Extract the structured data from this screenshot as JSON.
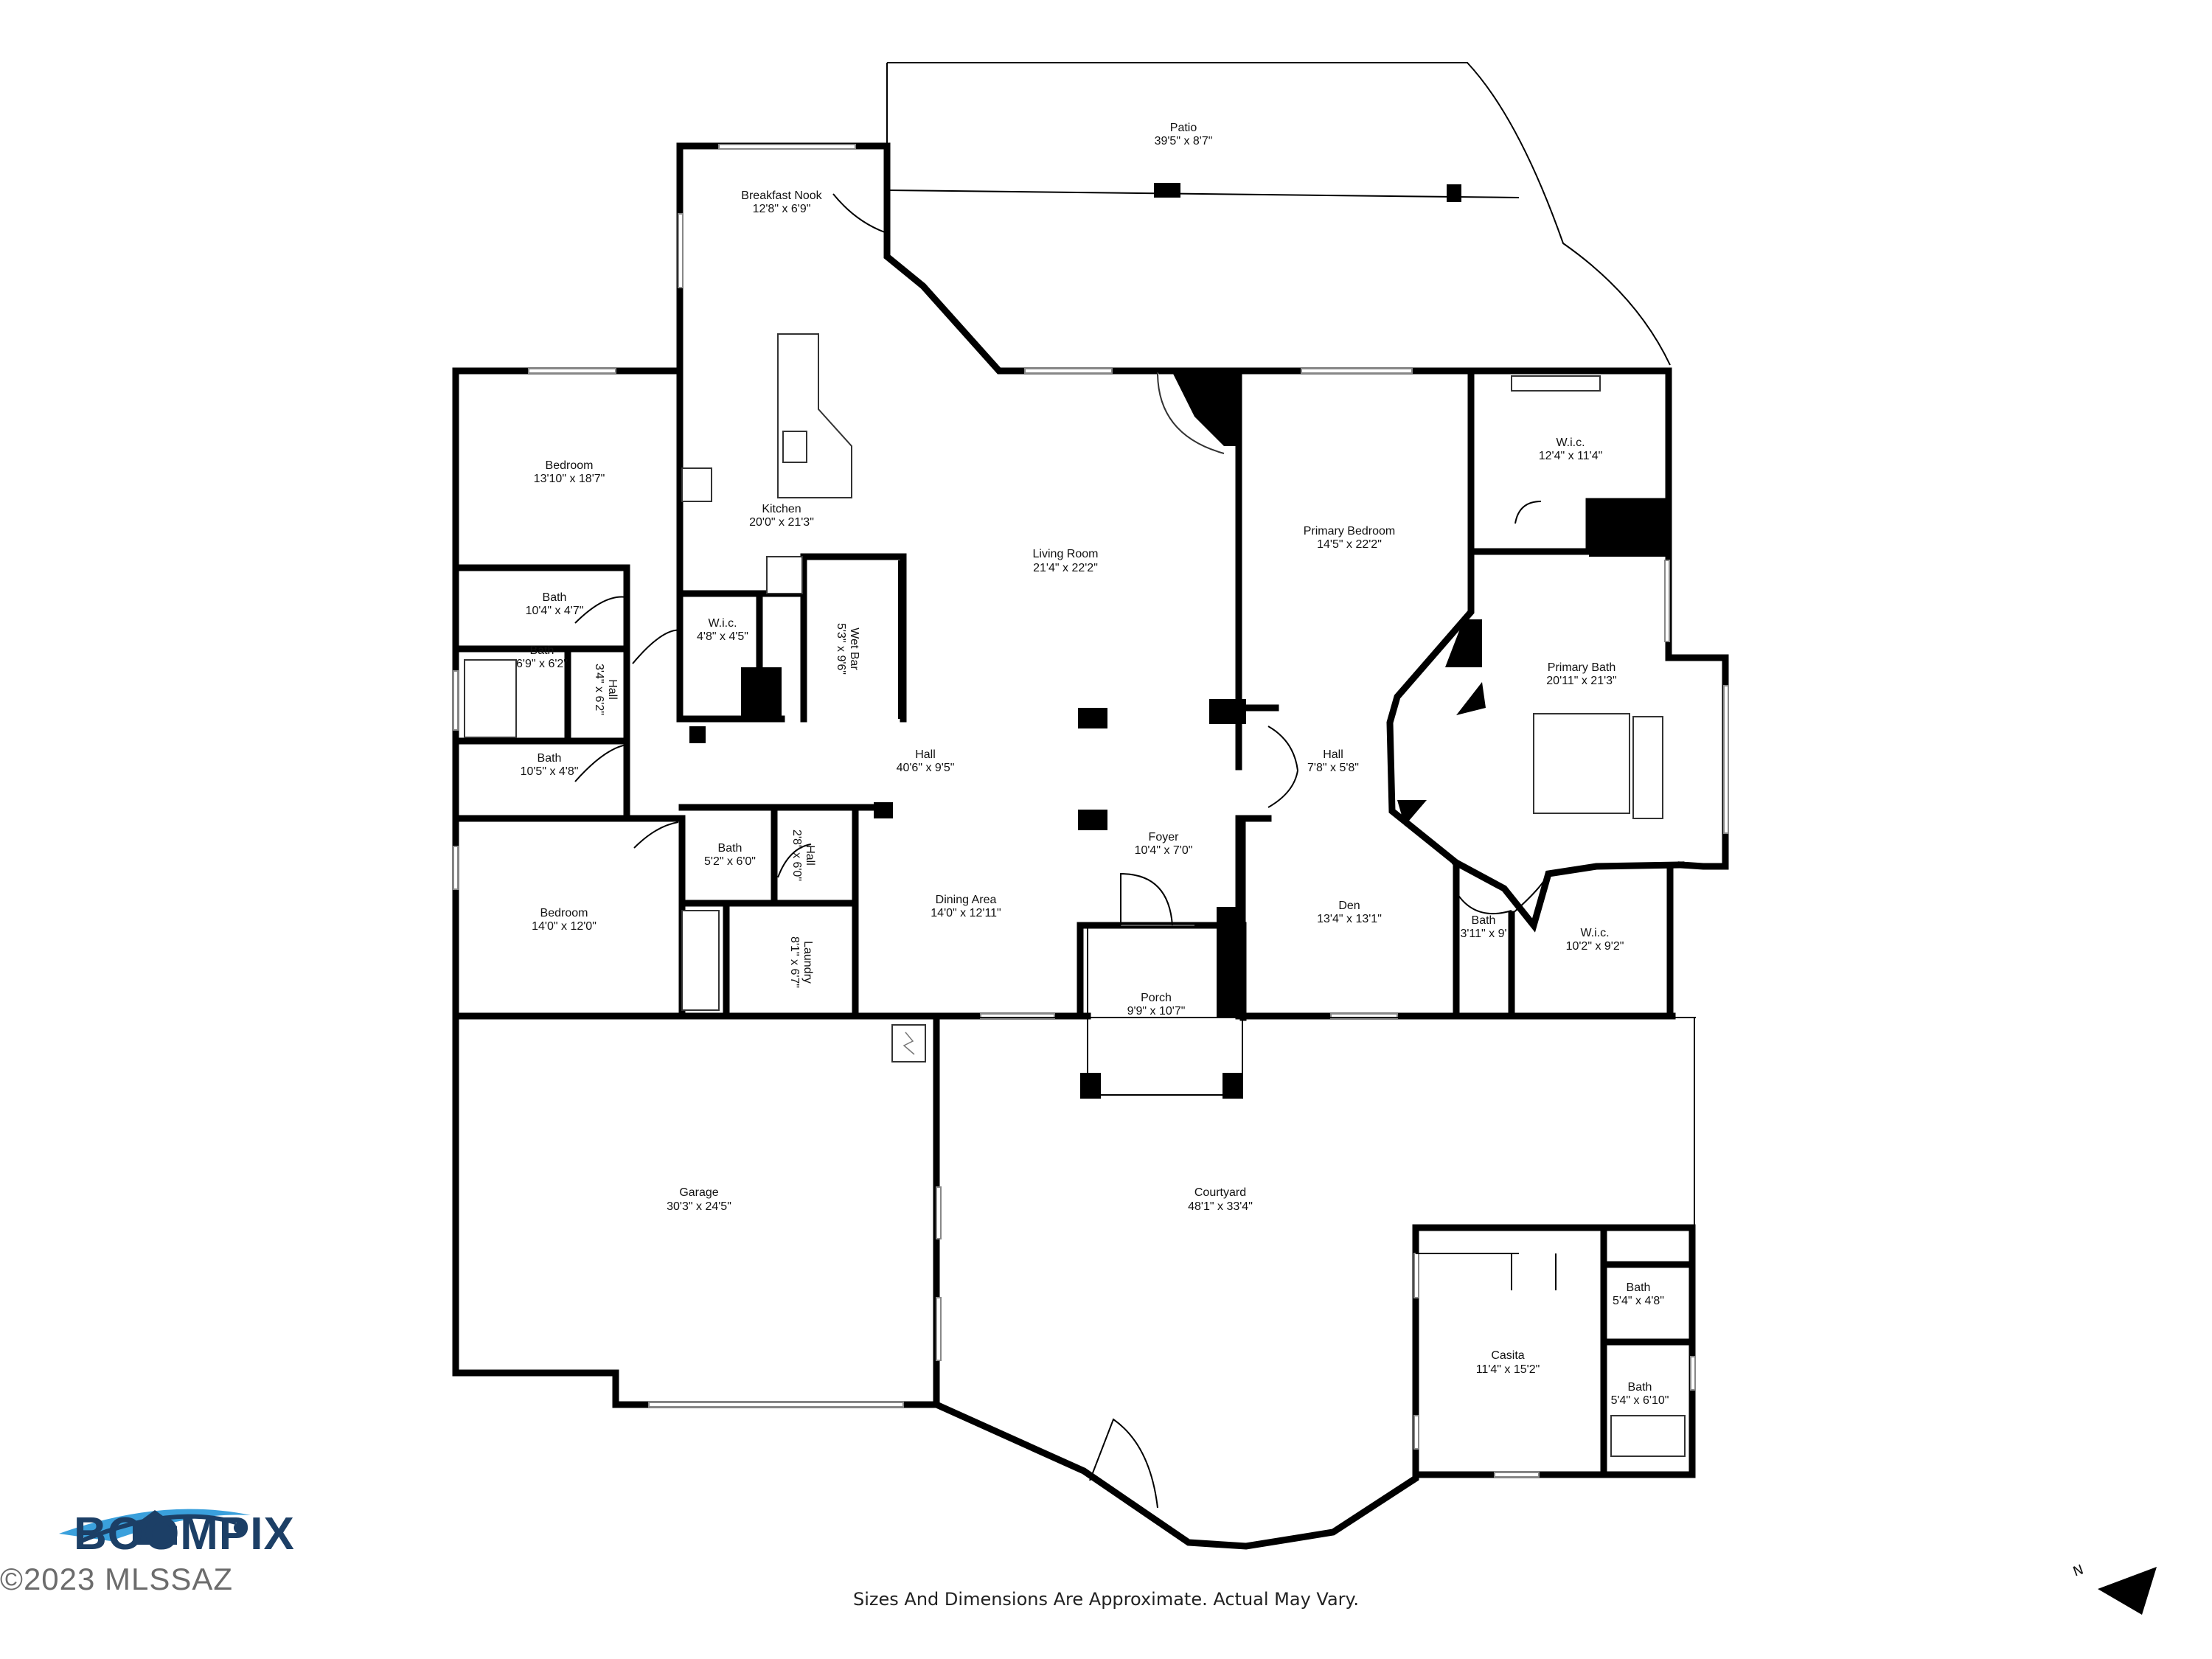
{
  "rooms": [
    {
      "id": "patio",
      "name": "Patio",
      "dim": "39'5\" x 8'7\""
    },
    {
      "id": "breakfast-nook",
      "name": "Breakfast Nook",
      "dim": "12'8\" x 6'9\""
    },
    {
      "id": "bedroom-1",
      "name": "Bedroom",
      "dim": "13'10\" x 18'7\""
    },
    {
      "id": "kitchen",
      "name": "Kitchen",
      "dim": "20'0\" x 21'3\""
    },
    {
      "id": "living-room",
      "name": "Living Room",
      "dim": "21'4\" x 22'2\""
    },
    {
      "id": "primary-bedroom",
      "name": "Primary Bedroom",
      "dim": "14'5\" x 22'2\""
    },
    {
      "id": "wic-primary",
      "name": "W.i.c.",
      "dim": "12'4\" x 11'4\""
    },
    {
      "id": "bath-1",
      "name": "Bath",
      "dim": "10'4\" x 4'7\""
    },
    {
      "id": "wic-small",
      "name": "W.i.c.",
      "dim": "4'8\" x 4'5\""
    },
    {
      "id": "wet-bar",
      "name": "Wet Bar",
      "dim": "5'3\" x 9'6\""
    },
    {
      "id": "bath-2",
      "name": "Bath",
      "dim": "6'9\" x 6'2\""
    },
    {
      "id": "hall-west",
      "name": "Hall",
      "dim": "3'4\" x 6'2\""
    },
    {
      "id": "primary-bath",
      "name": "Primary Bath",
      "dim": "20'11\" x 21'3\""
    },
    {
      "id": "hall-main",
      "name": "Hall",
      "dim": "40'6\" x 9'5\""
    },
    {
      "id": "hall-east",
      "name": "Hall",
      "dim": "7'8\" x 5'8\""
    },
    {
      "id": "bath-3",
      "name": "Bath",
      "dim": "10'5\" x 4'8\""
    },
    {
      "id": "foyer",
      "name": "Foyer",
      "dim": "10'4\" x 7'0\""
    },
    {
      "id": "bath-4",
      "name": "Bath",
      "dim": "5'2\" x 6'0\""
    },
    {
      "id": "hall-small",
      "name": "Hall",
      "dim": "2'8\" x 6'0\""
    },
    {
      "id": "bedroom-2",
      "name": "Bedroom",
      "dim": "14'0\" x 12'0\""
    },
    {
      "id": "dining-area",
      "name": "Dining Area",
      "dim": "14'0\" x 12'11\""
    },
    {
      "id": "den",
      "name": "Den",
      "dim": "13'4\" x 13'1\""
    },
    {
      "id": "bath-5",
      "name": "Bath",
      "dim": "3'11\" x 9'"
    },
    {
      "id": "wic-east",
      "name": "W.i.c.",
      "dim": "10'2\" x 9'2\""
    },
    {
      "id": "laundry",
      "name": "Laundry",
      "dim": "8'1\" x 6'7\""
    },
    {
      "id": "porch",
      "name": "Porch",
      "dim": "9'9\" x 10'7\""
    },
    {
      "id": "garage",
      "name": "Garage",
      "dim": "30'3\" x 24'5\""
    },
    {
      "id": "courtyard",
      "name": "Courtyard",
      "dim": "48'1\" x 33'4\""
    },
    {
      "id": "bath-6",
      "name": "Bath",
      "dim": "5'4\" x 4'8\""
    },
    {
      "id": "casita",
      "name": "Casita",
      "dim": "11'4\" x 15'2\""
    },
    {
      "id": "bath-7",
      "name": "Bath",
      "dim": "5'4\" x 6'10\""
    }
  ],
  "disclaimer": "Sizes And Dimensions Are Approximate. Actual May Vary.",
  "logo": {
    "text": "BOOMPIX",
    "watermark": "©2023 MLSSAZ",
    "color": "#1c3f66",
    "accent": "#3aa0dc"
  },
  "compass": {
    "label": "N",
    "icon": "north-arrow-icon"
  }
}
